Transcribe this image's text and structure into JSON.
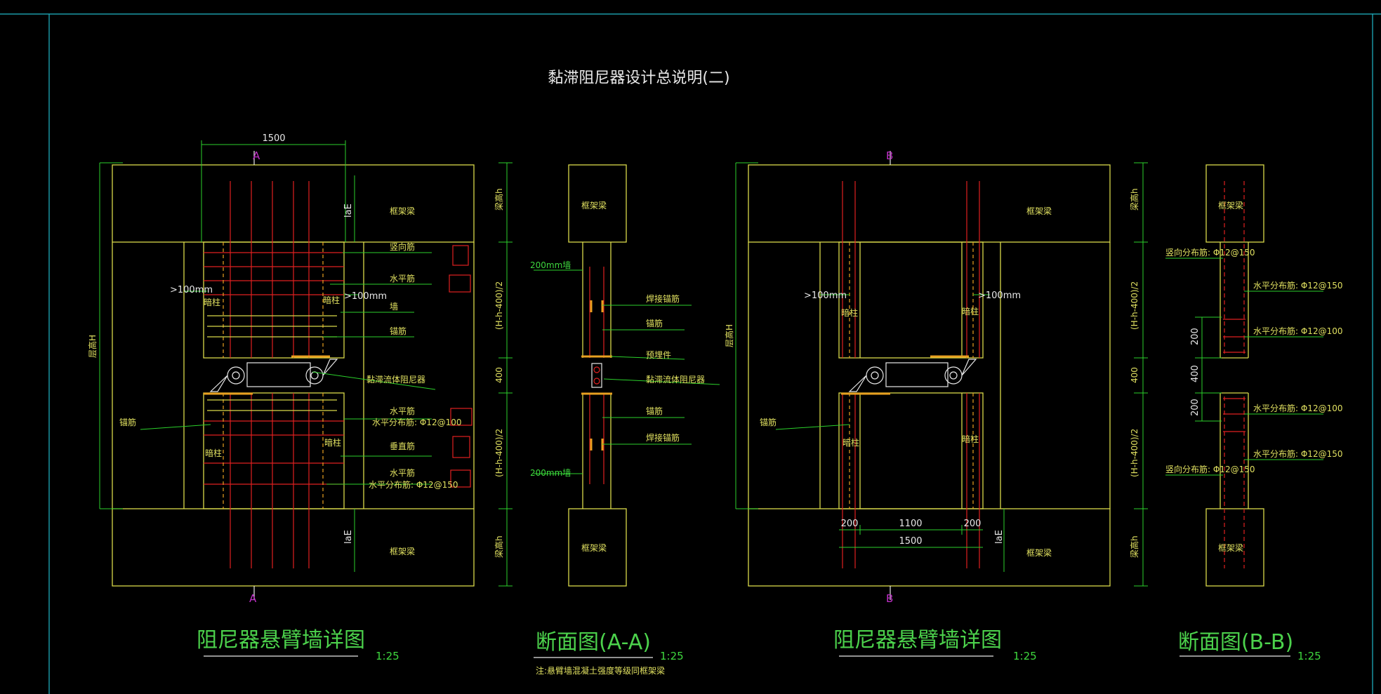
{
  "sheet_title": "黏滞阻尼器设计总说明(二)",
  "colors": {
    "background": "#000000",
    "frame": "#20b8c8",
    "concrete": "#d9d94a",
    "dims": "#2bd12b",
    "rebar": "#e02020"
  },
  "view1": {
    "width_dim": "1500",
    "section_mark": "A",
    "storey_height": "层高H",
    "beam_top": "框架梁",
    "beam_bottom": "框架梁",
    "labels": [
      "竖向筋",
      "水平筋",
      "墙",
      "锚筋",
      "黏滞流体阻尼器",
      "水平筋",
      "垂直筋",
      "水平筋"
    ],
    "spec1": "水平分布筋: Φ12@100",
    "spec2": "水平分布筋: Φ12@150",
    "anchor": "锚筋",
    "hidden_col": "暗柱",
    "gt100": ">100mm",
    "laE": "laE",
    "right_dims": [
      "梁高h",
      "(H-h-400)/2",
      "400",
      "(H-h-400)/2",
      "梁高h"
    ],
    "caption": "阻尼器悬臂墙详图",
    "scale": "1:25"
  },
  "view2": {
    "beam_top": "框架梁",
    "beam_bottom": "框架梁",
    "wall_top": "200mm墙",
    "wall_bottom": "200mm墙",
    "labels": [
      "焊接锚筋",
      "锚筋",
      "预埋件",
      "黏滞流体阻尼器",
      "锚筋",
      "焊接锚筋"
    ],
    "caption": "断面图(A-A)",
    "scale": "1:25",
    "note": "注:悬臂墙混凝土强度等级同框架梁"
  },
  "view3": {
    "section_mark": "B",
    "storey_height": "层高H",
    "beam_top": "框架梁",
    "beam_bottom": "框架梁",
    "hidden_col": "暗柱",
    "gt100": ">100mm",
    "anchor": "锚筋",
    "laE": "laE",
    "dim_left": "200",
    "dim_mid": "1100",
    "dim_right": "200",
    "dim_total": "1500",
    "right_dims": [
      "梁高h",
      "(H-h-400)/2",
      "400",
      "(H-h-400)/2",
      "梁高h"
    ],
    "caption": "阻尼器悬臂墙详图",
    "scale": "1:25"
  },
  "view4": {
    "beam_top": "框架梁",
    "beam_bottom": "框架梁",
    "spec_v1": "竖向分布筋: Φ12@150",
    "spec_h1": "水平分布筋: Φ12@150",
    "spec_h2": "水平分布筋: Φ12@100",
    "spec_h3": "水平分布筋: Φ12@100",
    "spec_h4": "水平分布筋: Φ12@150",
    "spec_v2": "竖向分布筋: Φ12@150",
    "dim_200a": "200",
    "dim_400": "400",
    "dim_200b": "200",
    "caption": "断面图(B-B)",
    "scale": "1:25"
  }
}
